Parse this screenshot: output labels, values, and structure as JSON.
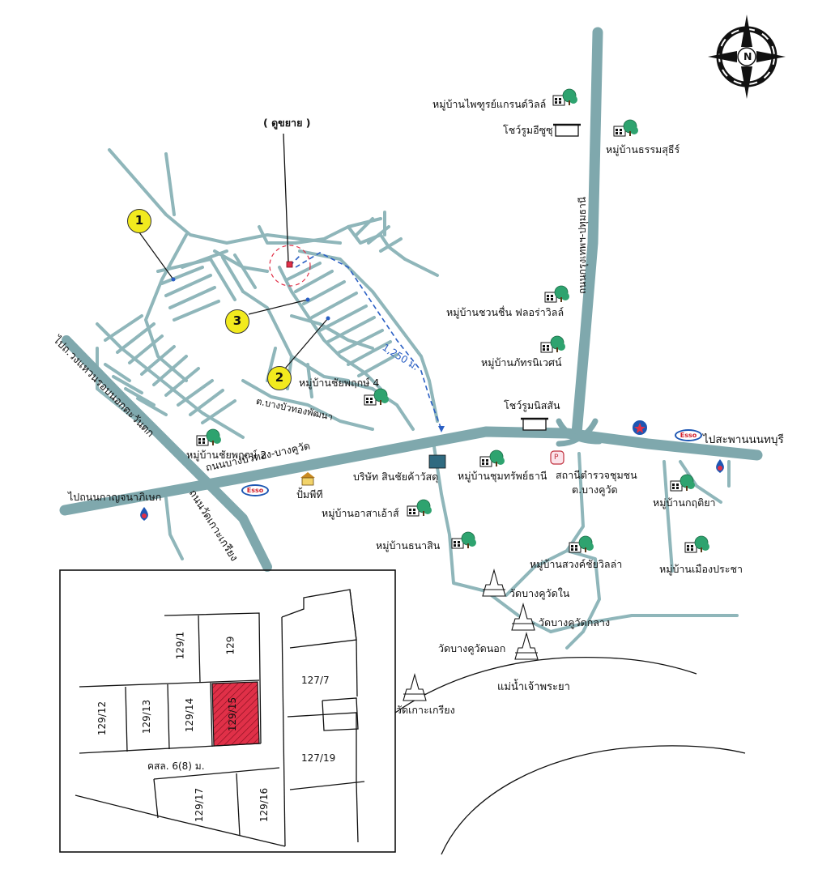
{
  "compass": {
    "north": "N"
  },
  "zoom_label": "( ดูขยาย )",
  "distance_label": "1,250 ม.",
  "markers": [
    "1",
    "2",
    "3"
  ],
  "brand_label": "Esso",
  "parking_label": "P",
  "roads": {
    "bangbuathong": "ถนนบางบัวทอง-บางคูวัด",
    "bangkok_pathum": "ถนนกรุงเทพฯ-ปทุมธานี",
    "to_nonthaburi_bridge": "ไปสะพานนนทบุรี",
    "to_kanchanaphisek": "ไปถนนกาญจนาภิเษก",
    "outer_ring": "ไปถ.วงแหวนรอบนอกตะวันตก",
    "wat_ko_kriang_rd": "ถนนวัดเกาะเกรียง",
    "tambon_bang_bua_thong": "ต.บางบัวทองพัฒนา"
  },
  "places": {
    "phaithun": "หมู่บ้านไพฑูรย์แกรนด์วิลล์",
    "isuzu": "โชว์รูมอีซูซุ",
    "thammasut": "หมู่บ้านธรรมสุธีร์",
    "chuanchuen": "หมู่บ้านชวนชื่น ฟลอร่าวิลล์",
    "phatthara": "หมู่บ้านภัทรนิเวศน์",
    "chaiyaphruek4": "หมู่บ้านชัยพฤกษ์ 4",
    "nissan": "โชว์รูมนิสสัน",
    "chaiyaphruek2": "หมู่บ้านชัยพฤกษ์ 2",
    "sinchai": "บริษัท สินชัยค้าวัสดุ",
    "chumsap": "หมู่บ้านชุมทรัพย์ธานี",
    "police": "สถานีตำรวจชุมชน",
    "police2": "ต.บางคูวัด",
    "pump": "ปั้มพีที",
    "asa": "หมู่บ้านอาสาเอ้าส์",
    "kritiya": "หมู่บ้านกฤติยา",
    "thanasin": "หมู่บ้านธนาสิน",
    "songchai": "หมู่บ้านสวงค์ชัยวิลล่า",
    "muangpracha": "หมู่บ้านเมืองประชา",
    "wat_nai": "วัดบางคูวัดใน",
    "wat_klang": "วัดบางคูวัดกลาง",
    "wat_nok": "วัดบางคูวัดนอก",
    "river": "แม่น้ำเจ้าพระยา",
    "wat_ko_kriang": "วัดเกาะเกรียง"
  },
  "inset": {
    "plots": [
      "129/1",
      "129",
      "127/7",
      "129/12",
      "129/13",
      "129/14",
      "129/15",
      "127/19",
      "129/17",
      "129/16"
    ],
    "lane_label": "คสล. 6(8) ม.",
    "highlight_plot": "129/15",
    "highlight_color": "#e03048"
  },
  "colors": {
    "road": "#8fb6ba",
    "main_road": "#7fa8ad",
    "marker": "#f2ea1e",
    "route": "#2a5fc4",
    "tree": "#2ea36f"
  }
}
